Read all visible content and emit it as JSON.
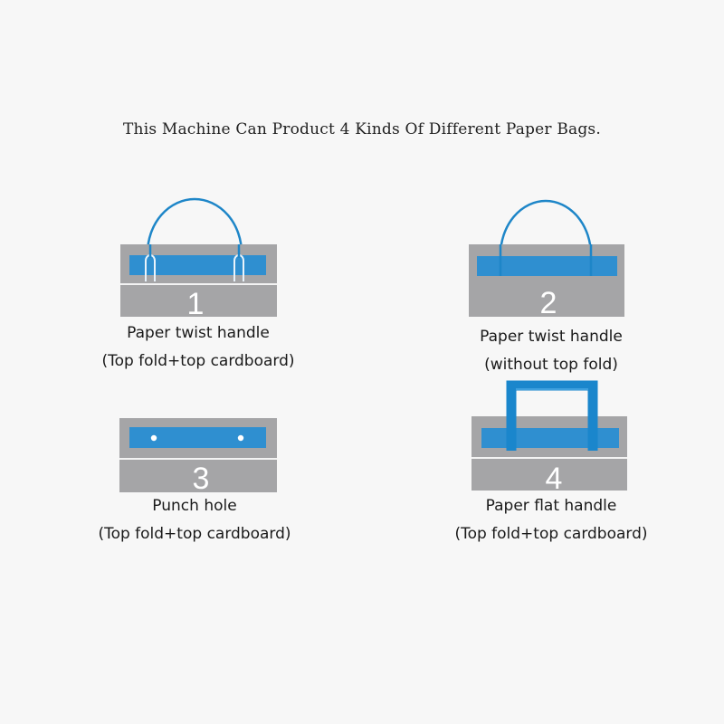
{
  "title": "This Machine Can Product 4 Kinds Of Different Paper Bags.",
  "colors": {
    "background": "#f7f7f7",
    "bag_gray": "#a5a5a7",
    "stripe_blue": "#2f8fd0",
    "handle_blue": "#1e86c8",
    "number": "#ffffff"
  },
  "bags": [
    {
      "number": "1",
      "name": "Paper twist handle",
      "detail": "(Top fold+top cardboard)",
      "handle_icon": "twist-handle-icon"
    },
    {
      "number": "2",
      "name": "Paper twist handle",
      "detail": "(without top fold)",
      "handle_icon": "twist-handle-icon"
    },
    {
      "number": "3",
      "name": "Punch hole",
      "detail": "(Top fold+top cardboard)",
      "handle_icon": "punch-hole-icon"
    },
    {
      "number": "4",
      "name": "Paper flat handle",
      "detail": "(Top fold+top cardboard)",
      "handle_icon": "flat-handle-icon"
    }
  ]
}
